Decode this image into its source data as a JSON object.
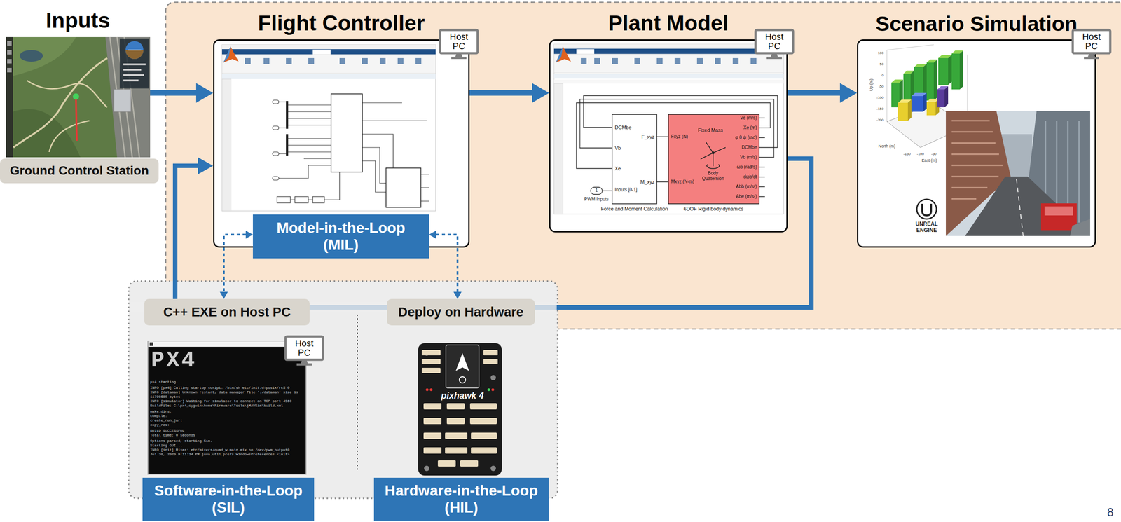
{
  "diagram": {
    "nodes": [
      {
        "text": [
          "Inputs"
        ]
      },
      {
        "text": [
          "Ground Control Station"
        ],
        "in": 0
      },
      {
        "text": [
          "Flight Controller"
        ]
      },
      {
        "text": [
          "Host PC"
        ],
        "in": 2
      },
      {
        "text": [
          "Model-in-the-Loop (MIL)"
        ],
        "in": 2
      },
      {
        "text": [
          "Plant Model"
        ]
      },
      {
        "text": [
          "Host PC"
        ],
        "in": 5
      },
      {
        "text": [
          "Scenario Simulation"
        ]
      },
      {
        "text": [
          "Host PC"
        ],
        "in": 7
      },
      {
        "text": [
          "C++ EXE on Host PC"
        ]
      },
      {
        "text": [
          "Deploy on Hardware"
        ]
      },
      {
        "text": [
          "Host PC"
        ]
      },
      {
        "text": [
          "Software-in-the-Loop (SIL)"
        ]
      },
      {
        "text": [
          "Hardware-in-the-Loop (HIL)"
        ]
      }
    ],
    "edges": [
      {
        "from": 0,
        "to": 2,
        "arrow": "to"
      },
      {
        "from": 2,
        "to": 5,
        "arrow": "to"
      },
      {
        "from": 5,
        "to": 7,
        "arrow": "to"
      },
      {
        "from": 5,
        "to": 2,
        "arrow": "to"
      },
      {
        "from": 4,
        "to": 9,
        "arrow": "both"
      },
      {
        "from": 4,
        "to": 10,
        "arrow": "both"
      }
    ],
    "labels": [
      "DCMbe",
      "Vb",
      "Xe",
      "Inputs [0-1]",
      "F_xyz",
      "M_xyz",
      "1",
      "PWM Inputs",
      "Force and Moment Calculation",
      "Fxyz (N)",
      "Mxyz (N-m)",
      "Fixed Mass",
      "Body Quaternion",
      "Ve (m/s)",
      "Xe (m)",
      "φ θ ψ (rad)",
      "DCMbe",
      "Vb (m/s)",
      "ωb (rad/s)",
      "dωb/dt",
      "Abb (m/s²)",
      "Abe (m/s²)",
      "6DOF Rigid body dynamics",
      "Up (m)",
      "100",
      "50",
      "0",
      "-50",
      "-100",
      "-150",
      "-200",
      "North (m)",
      "-150",
      "-100",
      "-50",
      "East (m)",
      "UNREAL ENGINE",
      "PX4",
      "px4 starting.",
      "INFO [px4] Calling startup script: /bin/sh etc/init.d-posix/rcS 0",
      "INFO [dataman] Unknown restart, data manager file './dataman' size is 11798680 bytes",
      "INFO [simulator] Waiting for simulator to connect on TCP port 4560",
      "BuildFile: C:\\px4_cygwin\\home\\Firmware\\Tools\\jMAVSim\\build.xml",
      "make_dirs:",
      "compile:",
      "create_run_jar:",
      "copy_res:",
      "BUILD SUCCESSFUL",
      "Total time: 0 seconds",
      "Options parsed, starting Sim.",
      "Starting GUI...",
      "INFO [init] Mixer: etc/mixers/quad_w.main.mix on /dev/pwm_output0",
      "Jul 30, 2020 9:11:34 PM java.util.prefs.WindowsPreferences <init>",
      "pixhawk 4",
      "8"
    ]
  }
}
